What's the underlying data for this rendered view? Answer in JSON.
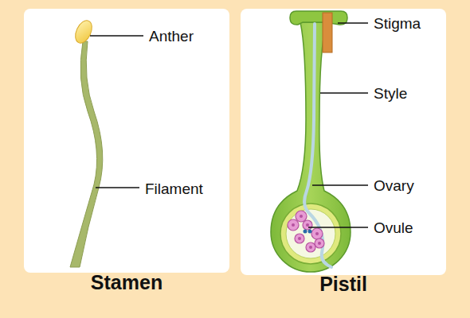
{
  "diagram": {
    "nodes": [
      {
        "text": [
          "Stamen"
        ]
      },
      {
        "text": [
          "Pistil"
        ]
      }
    ],
    "labels": [
      "Anther",
      "Filament",
      "Stigma",
      "Style",
      "Ovary",
      "Ovule"
    ]
  }
}
